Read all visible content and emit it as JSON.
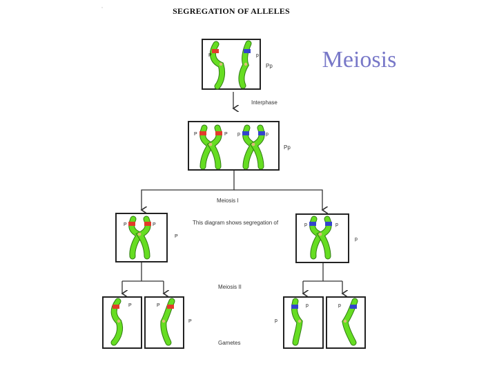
{
  "header": {
    "title": "SEGREGATION OF ALLELES",
    "slide_label": "Meiosis",
    "corner_mark": ","
  },
  "stages": {
    "interphase": "Interphase",
    "meiosis_1": "Meiosis I",
    "note": "This diagram shows segregation of",
    "meiosis_2": "Meiosis II",
    "gametes": "Gametes"
  },
  "genotype": "Pp",
  "alleles": {
    "dominant": "P",
    "recessive": "p"
  },
  "colors": {
    "chromosome": "#66dd22",
    "outline": "#2f7a12",
    "dominant_band": "#e23b2b",
    "recessive_band": "#3344cc",
    "centromere": "#ddbb77"
  }
}
